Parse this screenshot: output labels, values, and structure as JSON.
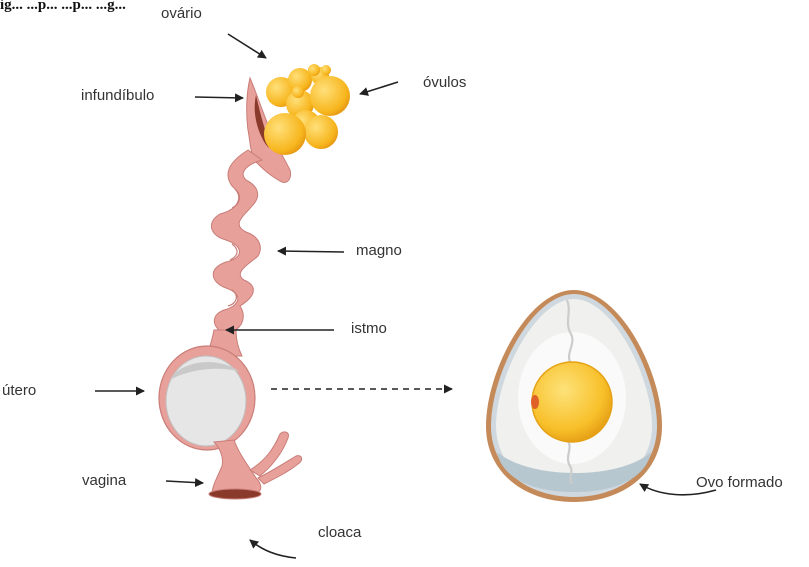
{
  "heading": "ig...  ...p...  ...p...  ...g...",
  "labels": {
    "ovario": "ovário",
    "ovulos": "óvulos",
    "infundibulo": "infundíbulo",
    "magno": "magno",
    "istmo": "istmo",
    "utero": "útero",
    "vagina": "vagina",
    "cloaca": "cloaca",
    "ovo_formado": "Ovo formado"
  },
  "colors": {
    "oviduct": "#e8a09a",
    "oviduct_dark": "#c97d78",
    "yolk": "#f5b21b",
    "yolk_light": "#fcd56a",
    "egg_shell": "#c58a5a",
    "egg_white": "#f0f0ee",
    "egg_inner": "#d6e4ea",
    "arrow": "#222222"
  }
}
